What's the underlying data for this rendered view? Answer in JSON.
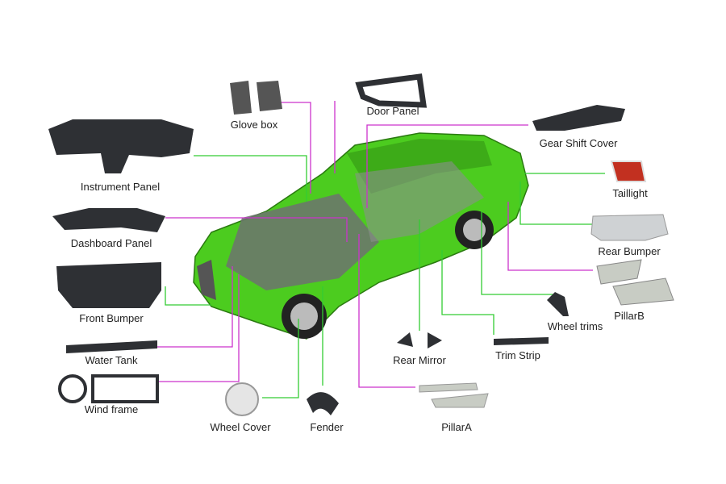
{
  "title_hidden": "",
  "colors": {
    "body": "#4ccc1f",
    "line_green": "#33cc33",
    "line_magenta": "#cc33cc",
    "part_dark": "#2e3034",
    "part_light": "#c8ccc4"
  },
  "parts": [
    {
      "id": "glove-box",
      "label": "Glove box"
    },
    {
      "id": "door-panel",
      "label": "Door Panel"
    },
    {
      "id": "gear-shift-cover",
      "label": "Gear Shift Cover"
    },
    {
      "id": "instrument-panel",
      "label": "Instrument Panel"
    },
    {
      "id": "taillight",
      "label": "Taillight"
    },
    {
      "id": "dashboard-panel",
      "label": "Dashboard Panel"
    },
    {
      "id": "rear-bumper",
      "label": "Rear Bumper"
    },
    {
      "id": "front-bumper",
      "label": "Front Bumper"
    },
    {
      "id": "pillar-b",
      "label": "PillarB"
    },
    {
      "id": "wheel-trims",
      "label": "Wheel trims"
    },
    {
      "id": "water-tank",
      "label": "Water Tank"
    },
    {
      "id": "rear-mirror",
      "label": "Rear Mirror"
    },
    {
      "id": "trim-strip",
      "label": "Trim Strip"
    },
    {
      "id": "wind-frame",
      "label": "Wind frame"
    },
    {
      "id": "wheel-cover",
      "label": "Wheel Cover"
    },
    {
      "id": "fender",
      "label": "Fender"
    },
    {
      "id": "pillar-a",
      "label": "PillarA"
    }
  ]
}
